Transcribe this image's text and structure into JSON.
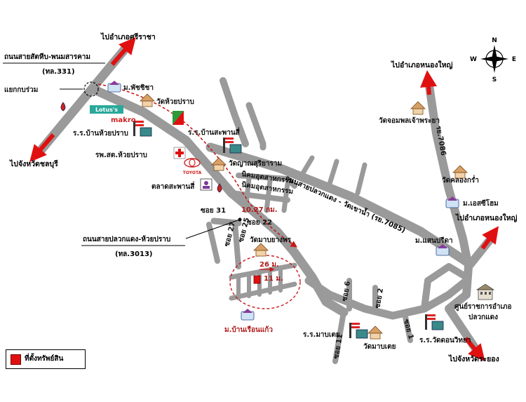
{
  "labels": {
    "dest_sriracha": "ไปอำเภอศรีราชา",
    "road_331_name": "ถนนสายสัตหีบ-พนมสารคาม",
    "road_331_code": "(ทล.331)",
    "intersection": "แยกกบร่วม",
    "dest_chonburi": "ไปจังหวัดชลบุรี",
    "pharma_school": "ม.พัชชิชา",
    "wat_huai_prap": "วัดห้วยปราบ",
    "lotus": "Lotus's",
    "makro": "makro",
    "school_huai_prap": "ร.ร.บ้านห้วยปราบ",
    "school_saphan_si": "ร.ร.บ้านสะพานสี่",
    "hospital": "รพ.สต.ห้วยปราบ",
    "toyota": "TOYOTA",
    "market": "ตลาดสะพานสี่",
    "wat_yan": "วัดญาณสุริยาราม",
    "industrial_estate_1": "นิคมอุตสาหกรรม",
    "industrial_estate_2": "นิคมอุตสาหกรรม",
    "distance_1027": "10.27 กม.",
    "soi_31": "ซอย 31",
    "soi_22": "ซอย 22",
    "soi_27": "ซอย 27",
    "soi_25": "ซอย 25",
    "road_3013_name": "ถนนสายปลวกแดง-ห้วยปราบ",
    "road_3013_code": "(ทล.3013)",
    "wat_map_yang_phon": "วัดมาบยางพร",
    "distance_26": "26 ม.",
    "distance_11": "11 ม.",
    "moo_ban_ruean_kaeo": "ม.บ้านเรือนแก้ว",
    "road_7085": "ถนนสายปลวกแดง - วัดเขาน้ำ (รย.7085)",
    "wat_chom_phon": "วัดจอมพลเจ้าพระยา",
    "rd_7086": "รย.7086",
    "dest_nong_yai_top": "ไปอำเภอหนองใหญ่",
    "wat_khlong_kra": "วัดคลองกร่ำ",
    "moo_es_home": "ม.เอสซีโฮม",
    "dest_nong_yai_right": "ไปอำเภอหนองใหญ่",
    "moo_saen_prida": "ม.แสนปรีดา",
    "district_office_1": "ศูนย์ราชการอำเภอ",
    "district_office_2": "ปลวกแดง",
    "soi_6": "ซอย 6",
    "soi_2": "ซอย 2",
    "soi_1": "ซอย 1",
    "soi_11": "ซอย 11",
    "school_map_toei": "ร.ร.มาบเตย",
    "wat_map_toei": "วัดมาบเตย",
    "school_wat_don": "ร.ร.วัดดอนวิทยา",
    "dest_rayong": "ไปจังหวัดระยอง",
    "compass_n": "N",
    "compass_s": "S",
    "compass_e": "E",
    "compass_w": "W"
  },
  "legend": {
    "label": "ที่ตั้งทรัพย์สิน",
    "color": "#e01010"
  },
  "colors": {
    "road": "#9a9a9a",
    "arrow": "#e01010",
    "route": "#c81818",
    "text_red": "#b01818"
  }
}
